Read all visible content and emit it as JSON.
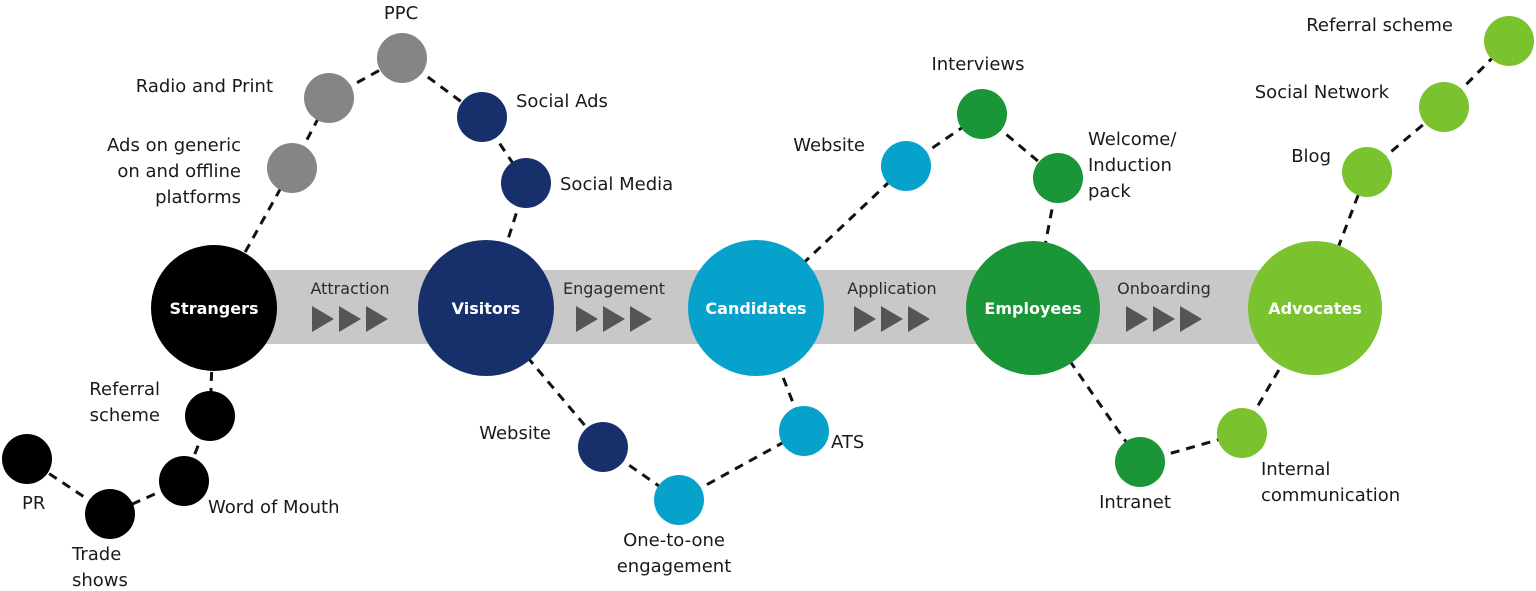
{
  "colors": {
    "band": "#c8c8c8",
    "arrow": "#555555",
    "strangers": "#000000",
    "grey": "#858585",
    "visitors": "#17306b",
    "candidates": "#07a2cc",
    "employees": "#1a9538",
    "advocates": "#7ac22e"
  },
  "hubs": [
    {
      "id": "strangers",
      "label": "Strangers"
    },
    {
      "id": "visitors",
      "label": "Visitors"
    },
    {
      "id": "candidates",
      "label": "Candidates"
    },
    {
      "id": "employees",
      "label": "Employees"
    },
    {
      "id": "advocates",
      "label": "Advocates"
    }
  ],
  "stages": [
    "Attraction",
    "Engagement",
    "Application",
    "Onboarding"
  ],
  "channels": {
    "ppc": [
      "PPC"
    ],
    "radio_print": [
      "Radio and Print"
    ],
    "ads_generic": [
      "Ads on generic",
      "on and offline",
      "platforms"
    ],
    "social_ads": [
      "Social Ads"
    ],
    "social_media": [
      "Social Media"
    ],
    "referral_scheme_strangers": [
      "Referral",
      "scheme"
    ],
    "word_of_mouth": [
      "Word of Mouth"
    ],
    "pr": [
      "PR"
    ],
    "trade_shows": [
      "Trade",
      "shows"
    ],
    "website_visitors": [
      "Website"
    ],
    "one_to_one": [
      "One-to-one",
      "engagement"
    ],
    "ats": [
      "ATS"
    ],
    "website_candidates": [
      "Website"
    ],
    "interviews": [
      "Interviews"
    ],
    "welcome_pack": [
      "Welcome/",
      "Induction",
      "pack"
    ],
    "intranet": [
      "Intranet"
    ],
    "internal_comms": [
      "Internal",
      "communication"
    ],
    "blog": [
      "Blog"
    ],
    "social_network": [
      "Social Network"
    ],
    "referral_scheme_advocates": [
      "Referral scheme"
    ]
  }
}
